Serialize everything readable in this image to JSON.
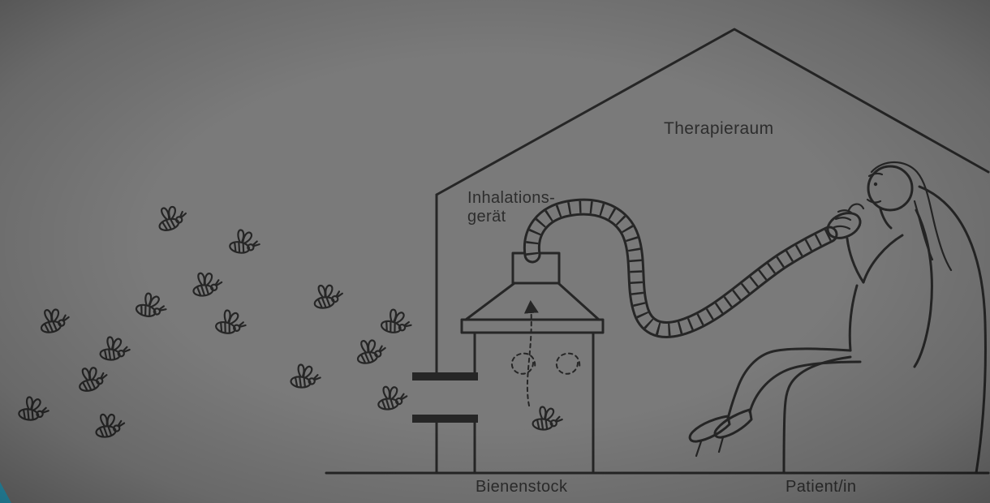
{
  "labels": {
    "therapy_room": "Therapieraum",
    "inhalation_device_line1": "Inhalations-",
    "inhalation_device_line2": "gerät",
    "beehive": "Bienenstock",
    "patient": "Patient/in"
  },
  "colors": {
    "background": "#7a7a7a",
    "line": "#262626",
    "text": "#2d2d2d",
    "accent": "#2da4c4"
  }
}
